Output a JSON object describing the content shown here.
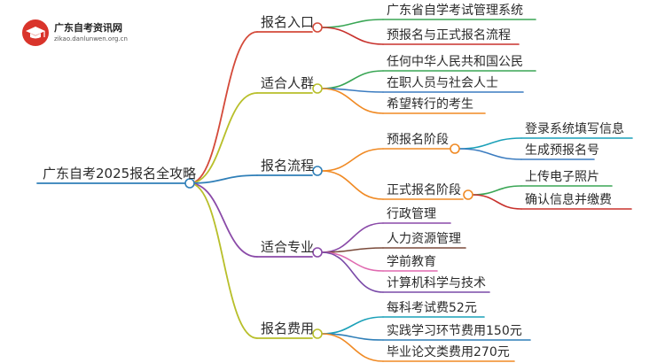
{
  "logo": {
    "title": "广东自考资讯网",
    "subtitle": "zikao.danlunwen.org.cn"
  },
  "mindmap": {
    "root": "广东自考2025报名全攻略",
    "branches": [
      {
        "label": "报名入口",
        "color": "#d44a3a",
        "children": [
          {
            "label": "广东省自学考试管理系统",
            "color": "#3aa655"
          },
          {
            "label": "预报名与正式报名流程",
            "color": "#c8322d"
          }
        ]
      },
      {
        "label": "适合人群",
        "color": "#b8bf2a",
        "children": [
          {
            "label": "任何中华人民共和国公民",
            "color": "#3aa655"
          },
          {
            "label": "在职人员与社会人士",
            "color": "#3b7cc0"
          },
          {
            "label": "希望转行的考生",
            "color": "#f08a24"
          }
        ]
      },
      {
        "label": "报名流程",
        "color": "#2f7fb8",
        "children": [
          {
            "label": "预报名阶段",
            "color": "#f08a24",
            "children": [
              {
                "label": "登录系统填写信息",
                "color": "#1aa0b8"
              },
              {
                "label": "生成预报名号",
                "color": "#3b7cc0"
              }
            ]
          },
          {
            "label": "正式报名阶段",
            "color": "#f08a24",
            "children": [
              {
                "label": "上传电子照片",
                "color": "#3aa655"
              },
              {
                "label": "确认信息并缴费",
                "color": "#c8322d"
              }
            ]
          }
        ]
      },
      {
        "label": "适合专业",
        "color": "#8a4aa8",
        "children": [
          {
            "label": "行政管理",
            "color": "#8a4aa8"
          },
          {
            "label": "人力资源管理",
            "color": "#7a4a3a"
          },
          {
            "label": "学前教育",
            "color": "#e06ab0"
          },
          {
            "label": "计算机科学与技术",
            "color": "#7a4aa8"
          }
        ]
      },
      {
        "label": "报名费用",
        "color": "#b8bf2a",
        "children": [
          {
            "label": "每科考试费52元",
            "color": "#1aa0b8"
          },
          {
            "label": "实践学习环节费用150元",
            "color": "#2f7fb8"
          },
          {
            "label": "毕业论文类费用270元",
            "color": "#f08a24"
          }
        ]
      }
    ]
  }
}
